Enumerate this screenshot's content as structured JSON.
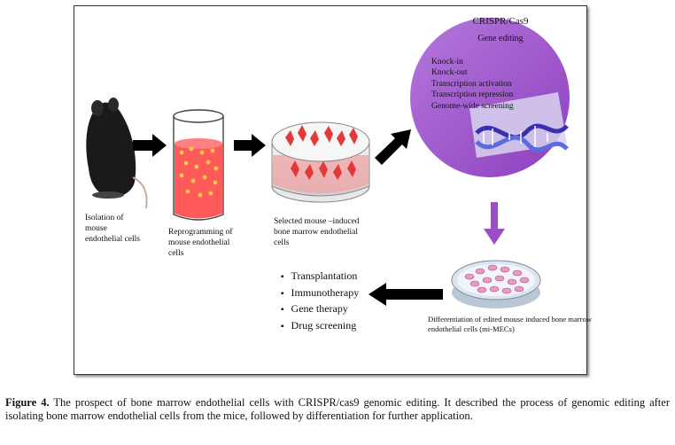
{
  "labels": {
    "step1": "Isolation of\nmouse\nendothelial cells",
    "step2": "Reprogramming of\nmouse endothelial\ncells",
    "step3": "Selected mouse –induced\nbone marrow endothelial\ncells",
    "step4": "Differentiation of edited  mouse induced bone marrow\nendothelial cells  (mi-MECs)"
  },
  "crispr": {
    "title": "CRISPR/Cas9",
    "subtitle": "Gene editing",
    "items": [
      "Knock-in",
      "Knock-out",
      "Transcription activation",
      "Transcription repression",
      "Genome-wide screening"
    ]
  },
  "applications": [
    "Transplantation",
    "Immunotherapy",
    "Gene therapy",
    "Drug screening"
  ],
  "caption": {
    "label": "Figure 4.",
    "text": " The prospect of bone marrow endothelial cells with CRISPR/cas9 genomic editing.   It described the process of genomic editing after isolating bone marrow endothelial cells from the mice, followed by differentiation for further application."
  },
  "colors": {
    "circle": "#9a4fc7",
    "down_arrow": "#9a4fc7",
    "medium": "#ff5a5a",
    "arrow": "#000000"
  }
}
